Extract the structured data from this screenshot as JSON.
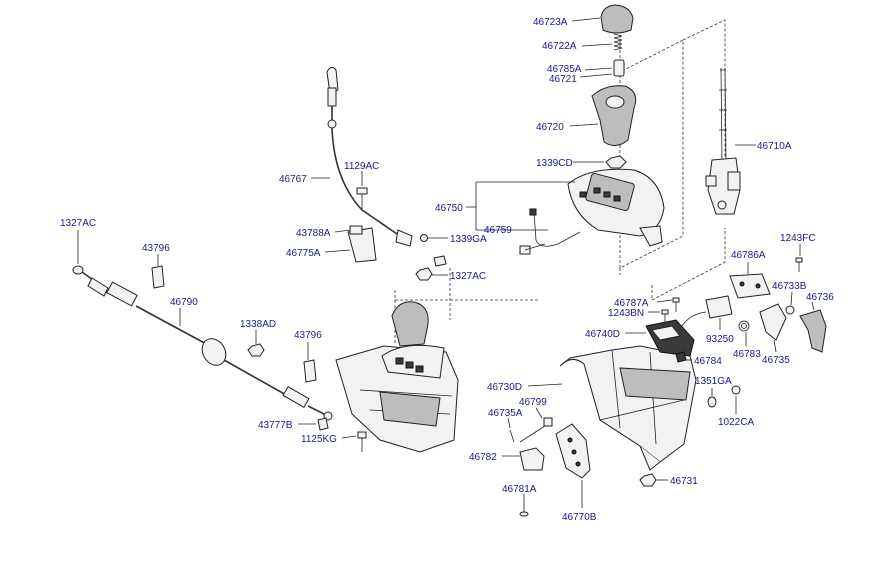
{
  "labels": {
    "l46723A": "46723A",
    "l46722A": "46722A",
    "l46785A": "46785A",
    "l46721": "46721",
    "l46720": "46720",
    "l1339CD": "1339CD",
    "l46750": "46750",
    "l46759": "46759",
    "l46710A": "46710A",
    "l1129AC": "1129AC",
    "l46767": "46767",
    "l43788A": "43788A",
    "l46775A": "46775A",
    "l1339GA": "1339GA",
    "l1327AC_mid": "1327AC",
    "l1327AC_left": "1327AC",
    "l43796_top": "43796",
    "l46790": "46790",
    "l1338AD": "1338AD",
    "l43796_mid": "43796",
    "l43777B": "43777B",
    "l1125KG": "1125KG",
    "l1243FC": "1243FC",
    "l46786A": "46786A",
    "l46733B": "46733B",
    "l46736": "46736",
    "l46787A": "46787A",
    "l1243BN": "1243BN",
    "l93250": "93250",
    "l46740D": "46740D",
    "l46783": "46783",
    "l46735": "46735",
    "l46784": "46784",
    "l46730D": "46730D",
    "l1351GA": "1351GA",
    "l46735A": "46735A",
    "l46799": "46799",
    "l1022CA": "1022CA",
    "l46782": "46782",
    "l46731": "46731",
    "l46781A": "46781A",
    "l46770B": "46770B"
  }
}
